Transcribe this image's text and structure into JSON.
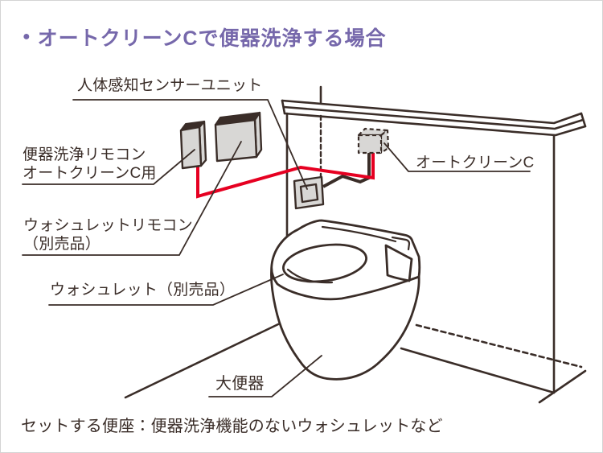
{
  "title": {
    "bullet": "●",
    "text": "オートクリーンCで便器洗浄する場合"
  },
  "colors": {
    "accent": "#7668ab",
    "line": "#3a2d28",
    "wire": "#e60021",
    "unit_fill": "#d8d7d5",
    "background": "#ffffff",
    "frame": "#d4d4d4"
  },
  "labels": {
    "sensor_unit": "人体感知センサーユニット",
    "flush_remote_line1": "便器洗浄リモコン",
    "flush_remote_line2": "オートクリーンC用",
    "washlet_remote_line1": "ウォシュレットリモコン",
    "washlet_remote_line2": "（別売品）",
    "auto_clean": "オートクリーンC",
    "washlet": "ウォシュレット（別売品）",
    "toilet": "大便器"
  },
  "footer": {
    "note": "セットする便座：便器洗浄機能のないウォシュレットなど"
  }
}
